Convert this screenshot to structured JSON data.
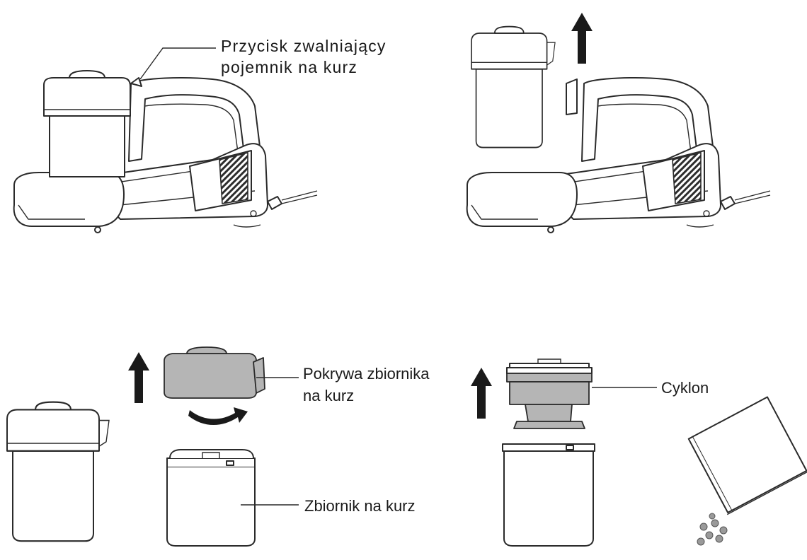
{
  "labels": {
    "release_button": "Przycisk zwalniający",
    "release_button_line2": "pojemnik na kurz",
    "lid": "Pokrywa zbiornika",
    "lid_line2": "na kurz",
    "cyclone": "Cyklon",
    "dust_bin": "Zbiornik na kurz"
  },
  "colors": {
    "line": "#2a2a2a",
    "fill_gray": "#b5b5b5",
    "arrow": "#1a1a1a",
    "background": "#ffffff"
  }
}
